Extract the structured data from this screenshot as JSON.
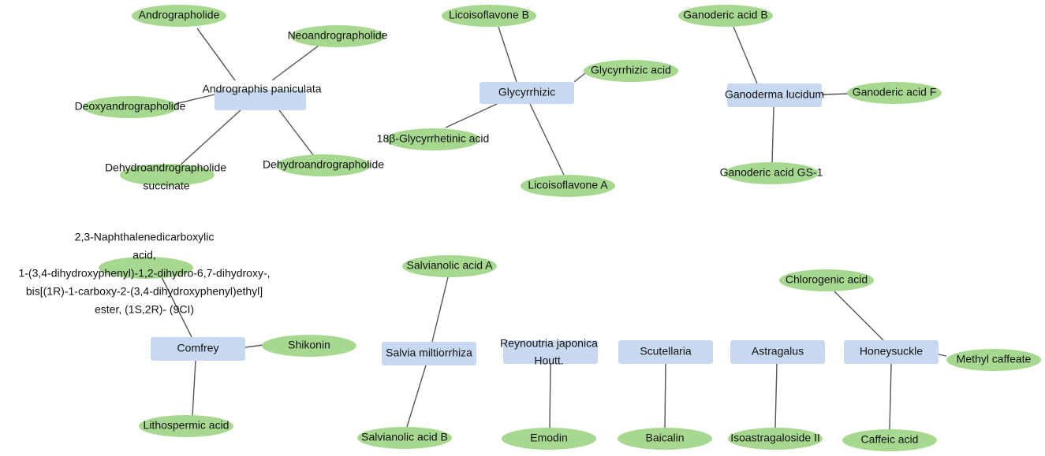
{
  "colors": {
    "herb_fill": "#c6d9f0",
    "compound_fill": "#a6d98f",
    "edge": "#555555",
    "text": "#111111",
    "background": "#ffffff"
  },
  "groups": [
    {
      "herb": "Andrographis paniculata",
      "compounds": [
        "Andrographolide",
        "Neoandrographolide",
        "Deoxyandrographolide",
        "Dehydroandrographolide succinate",
        "Dehydroandrographolide"
      ]
    },
    {
      "herb": "Glycyrrhizic",
      "compounds": [
        "Licoisoflavone B",
        "Glycyrrhizic acid",
        "18β-Glycyrrhetinic acid",
        "Licoisoflavone A"
      ]
    },
    {
      "herb": "Ganoderma lucidum",
      "compounds": [
        "Ganoderic acid B",
        "Ganoderic acid F",
        "Ganoderic acid GS-1"
      ]
    },
    {
      "herb": "Comfrey",
      "compounds": [
        "2,3-Naphthalenedicarboxylic acid, 1-(3,4-dihydroxyphenyl)-1,2-dihydro-6,7-dihydroxy-, bis[(1R)-1-carboxy-2-(3,4-dihydroxyphenyl)ethyl] ester, (1S,2R)- (9CI)",
        "Shikonin",
        "Lithospermic acid"
      ]
    },
    {
      "herb": "Salvia miltiorrhiza",
      "compounds": [
        "Salvianolic acid A",
        "Salvianolic acid B"
      ]
    },
    {
      "herb": "Reynoutria japonica Houtt.",
      "compounds": [
        "Emodin"
      ]
    },
    {
      "herb": "Scutellaria",
      "compounds": [
        "Baicalin"
      ]
    },
    {
      "herb": "Astragalus",
      "compounds": [
        "Isoastragaloside II"
      ]
    },
    {
      "herb": "Honeysuckle",
      "compounds": [
        "Chlorogenic acid",
        "Methyl caffeate",
        "Caffeic acid"
      ]
    }
  ]
}
